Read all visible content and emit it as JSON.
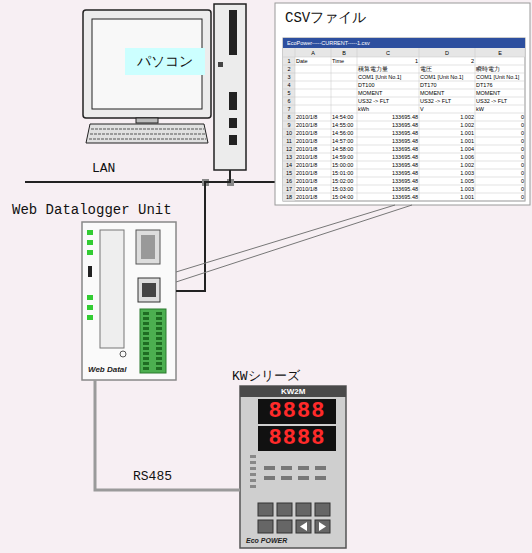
{
  "diagram": {
    "nodes": [
      {
        "text": [
          "パソコン"
        ]
      },
      {
        "text": [
          "CSVファイル"
        ]
      },
      {
        "text": [
          "Web Datalogger Unit",
          "Web Datal"
        ]
      },
      {
        "text": [
          "KWシリーズ",
          "KW2M",
          "8888",
          "8888",
          "Eco POWER"
        ]
      }
    ],
    "edges": [
      {
        "from": 0,
        "to": 2,
        "label": "LAN",
        "arrow": "none"
      },
      {
        "from": 2,
        "to": 1,
        "arrow": "none"
      },
      {
        "from": 2,
        "to": 3,
        "label": "RS485",
        "arrow": "none"
      }
    ],
    "labels": [
      "EcoPower-----CURRENT-----1.csv",
      "A",
      "B",
      "C",
      "D",
      "E",
      "1",
      "2",
      "3",
      "4",
      "5",
      "6",
      "7",
      "8",
      "9",
      "10",
      "11",
      "12",
      "13",
      "14",
      "15",
      "16",
      "17",
      "18",
      "Date",
      "Time",
      "1",
      "2",
      "積算電力量",
      "電圧",
      "瞬時電力",
      "COM1 [Unit No.1]",
      "COM1 [Unit No.1]",
      "COM1 [Unit No.1]",
      "DT100",
      "DT170",
      "DT176",
      "MOMENT",
      "MOMENT",
      "MOMENT",
      "US32 -> FLT",
      "US32 -> FLT",
      "US32 -> FLT",
      "kWh",
      "V",
      "kW",
      "2010/1/8",
      "14:54:00",
      "133695.48",
      "1.002",
      "0",
      "2010/1/8",
      "14:55:00",
      "133695.48",
      "1.002",
      "0",
      "2010/1/8",
      "14:56:00",
      "133695.48",
      "1.001",
      "0",
      "2010/1/8",
      "14:57:00",
      "133695.48",
      "1.001",
      "0",
      "2010/1/8",
      "14:58:00",
      "133695.48",
      "1.004",
      "0",
      "2010/1/8",
      "14:59:00",
      "133695.48",
      "1.006",
      "0",
      "2010/1/8",
      "15:00:00",
      "133695.48",
      "1.002",
      "0",
      "2010/1/8",
      "15:01:00",
      "133695.48",
      "1.003",
      "0",
      "2010/1/8",
      "15:02:00",
      "133695.48",
      "1.005",
      "0",
      "2010/1/8",
      "15:03:00",
      "133695.48",
      "1.003",
      "0",
      "2010/1/8",
      "15:04:00",
      "133695.48",
      "1.001",
      "0"
    ]
  }
}
